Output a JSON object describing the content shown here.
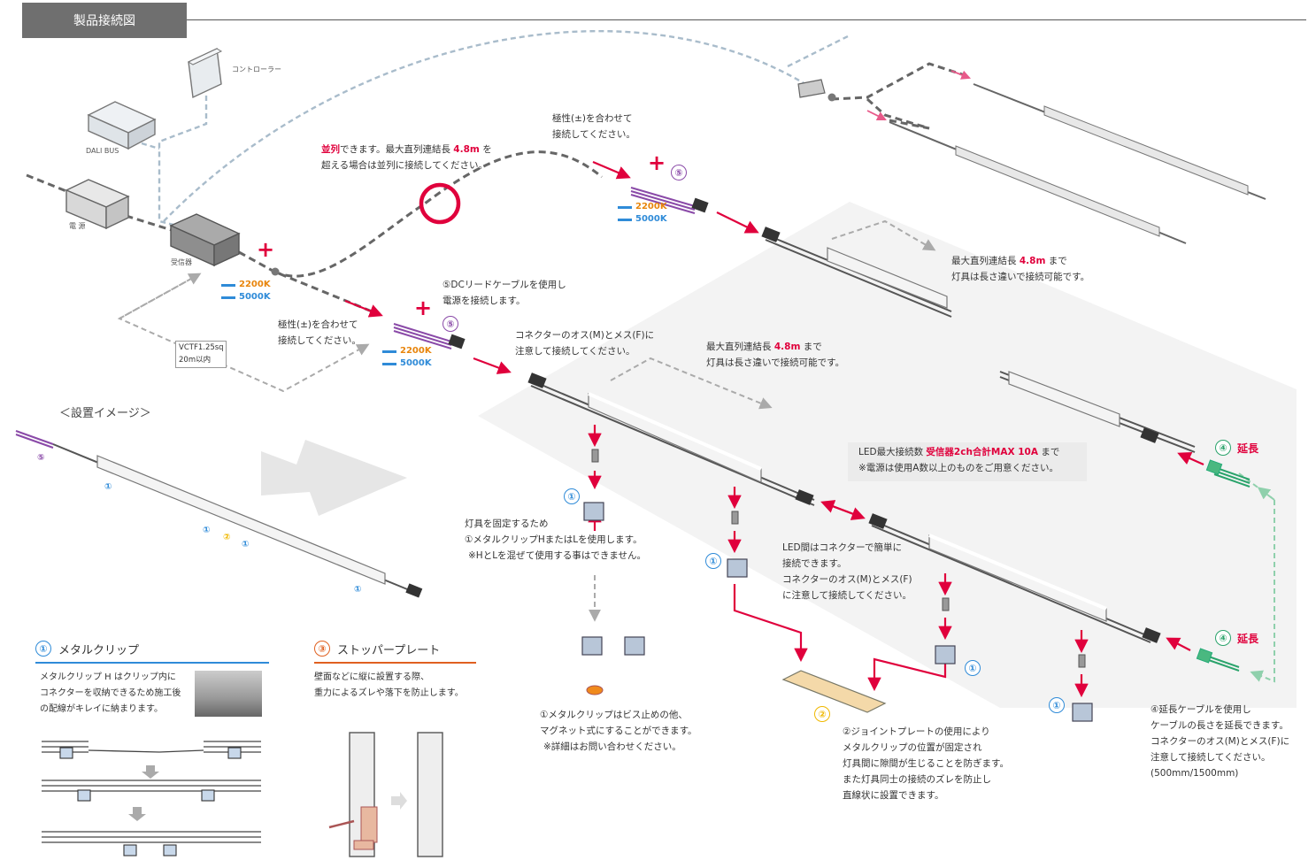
{
  "header": {
    "title": "製品接続図"
  },
  "devices": {
    "controller": "コントローラー",
    "dalibus": "DALI BUS",
    "power": "電 源",
    "receiver": "受信器",
    "vctf_line1": "VCTF1.25sq",
    "vctf_line2": "20m以内"
  },
  "color_temps": {
    "warm": "2200K",
    "cool": "5000K"
  },
  "colors": {
    "accent_red": "#e0003c",
    "warm": "#e8850c",
    "cool": "#2f8bd8",
    "purple": "#8a4aa8",
    "green": "#2aa36b",
    "yellow": "#f0b800",
    "orange": "#e06020"
  },
  "parallel_note": {
    "highlight": "並列",
    "text1": "できます。最大直列連結長",
    "value": "4.8m",
    "text2": "を",
    "line2": "超える場合は並列に接続してください。"
  },
  "polarity_top": {
    "line1": "極性(±)を合わせて",
    "line2": "接続してください。"
  },
  "polarity_left": {
    "line1": "極性(±)を合わせて",
    "line2": "接続してください。"
  },
  "dc_lead": {
    "line1": "⑤DCリードケーブルを使用し",
    "line2": "電源を接続します。"
  },
  "connector_note": {
    "line1": "コネクターのオス(M)とメス(F)に",
    "line2": "注意して接続してください。"
  },
  "max_serial_a": {
    "text1": "最大直列連結長",
    "value": "4.8m",
    "text2": "まで",
    "line2": "灯具は長さ違いで接続可能です。"
  },
  "max_serial_b": {
    "text1": "最大直列連結長",
    "value": "4.8m",
    "text2": "まで",
    "line2": "灯具は長さ違いで接続可能です。"
  },
  "led_max": {
    "text1": "LED最大接続数",
    "value": "受信器2ch合計MAX 10A",
    "text2": "まで",
    "line2": "※電源は使用A数以上のものをご用意ください。"
  },
  "extension_label": "延長",
  "fixing_note": {
    "line1": "灯具を固定するため",
    "line2": "①メタルクリップHまたはLを使用します。",
    "line3": "※HとLを混ぜて使用する事はできません。"
  },
  "led_conn_note": {
    "line1": "LED間はコネクターで簡単に",
    "line2": "接続できます。",
    "line3": "コネクターのオス(M)とメス(F)",
    "line4": "に注意して接続してください。"
  },
  "magnet_note": {
    "line1": "①メタルクリップはビス止めの他、",
    "line2": "マグネット式にすることができます。",
    "line3": "※詳細はお問い合わせください。"
  },
  "joint_note": {
    "line1": "②ジョイントプレートの使用により",
    "line2": "メタルクリップの位置が固定され",
    "line3": "灯具間に隙間が生じることを防ぎます。",
    "line4": "また灯具同士の接続のズレを防止し",
    "line5": "直線状に設置できます。"
  },
  "ext_cable_note": {
    "line1": "④延長ケーブルを使用し",
    "line2": "ケーブルの長さを延長できます。",
    "line3": "コネクターのオス(M)とメス(F)に",
    "line4": "注意して接続してください。",
    "line5": "(500mm/1500mm)"
  },
  "install_image": "＜設置イメージ＞",
  "metal_clip": {
    "num": "①",
    "title": "メタルクリップ",
    "line1": "メタルクリップ H はクリップ内に",
    "line2": "コネクターを収納できるため施工後",
    "line3": "の配線がキレイに納まります。"
  },
  "stopper": {
    "num": "③",
    "title": "ストッパープレート",
    "line1": "壁面などに縦に設置する際、",
    "line2": "重力によるズレや落下を防止します。"
  },
  "badges": {
    "one": "①",
    "two": "②",
    "four": "④",
    "five": "⑤"
  }
}
